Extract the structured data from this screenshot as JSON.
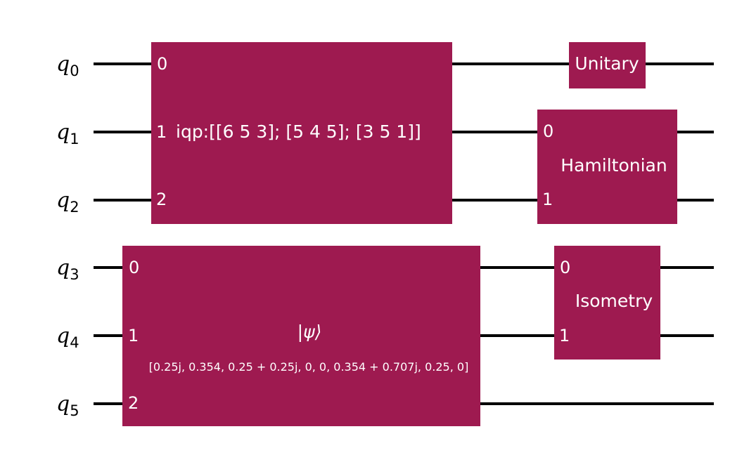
{
  "diagram": {
    "gate_color": "#9e1a50",
    "wire_color": "#000000",
    "qubits": [
      {
        "name": "q",
        "index": "0"
      },
      {
        "name": "q",
        "index": "1"
      },
      {
        "name": "q",
        "index": "2"
      },
      {
        "name": "q",
        "index": "3"
      },
      {
        "name": "q",
        "index": "4"
      },
      {
        "name": "q",
        "index": "5"
      }
    ],
    "gates": {
      "iqp": {
        "label": "iqp:[[6 5 3]; [5 4 5]; [3 5 1]]",
        "ports": [
          "0",
          "1",
          "2"
        ]
      },
      "state_prep": {
        "label": "|ψ⟩",
        "params": "[0.25j, 0.354, 0.25 + 0.25j, 0, 0, 0.354 + 0.707j, 0.25, 0]",
        "ports": [
          "0",
          "1",
          "2"
        ]
      },
      "unitary": {
        "label": "Unitary"
      },
      "hamiltonian": {
        "label": "Hamiltonian",
        "ports": [
          "0",
          "1"
        ]
      },
      "isometry": {
        "label": "Isometry",
        "ports": [
          "0",
          "1"
        ]
      }
    }
  }
}
